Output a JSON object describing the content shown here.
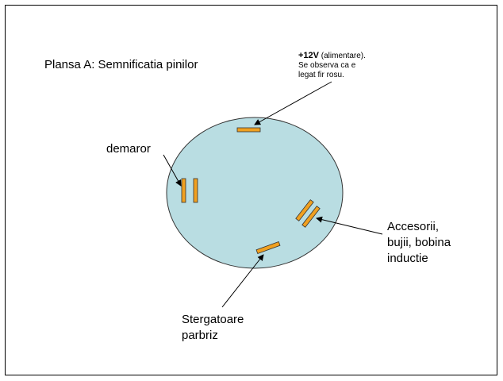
{
  "title": "Plansa A: Semnificatia pinilor",
  "labels": {
    "plus12v_bold": "+12V",
    "plus12v_rest": " (alimentare).",
    "plus12v_line2": "Se observa ca e",
    "plus12v_line3": "legat fir rosu.",
    "demaror": "demaror",
    "accesorii_line1": "Accesorii,",
    "accesorii_line2": "bujii, bobina",
    "accesorii_line3": "inductie",
    "stergatoare_line1": "Stergatoare",
    "stergatoare_line2": "parbriz"
  },
  "colors": {
    "circle": "#b9dde2",
    "pin": "#f0a020"
  }
}
